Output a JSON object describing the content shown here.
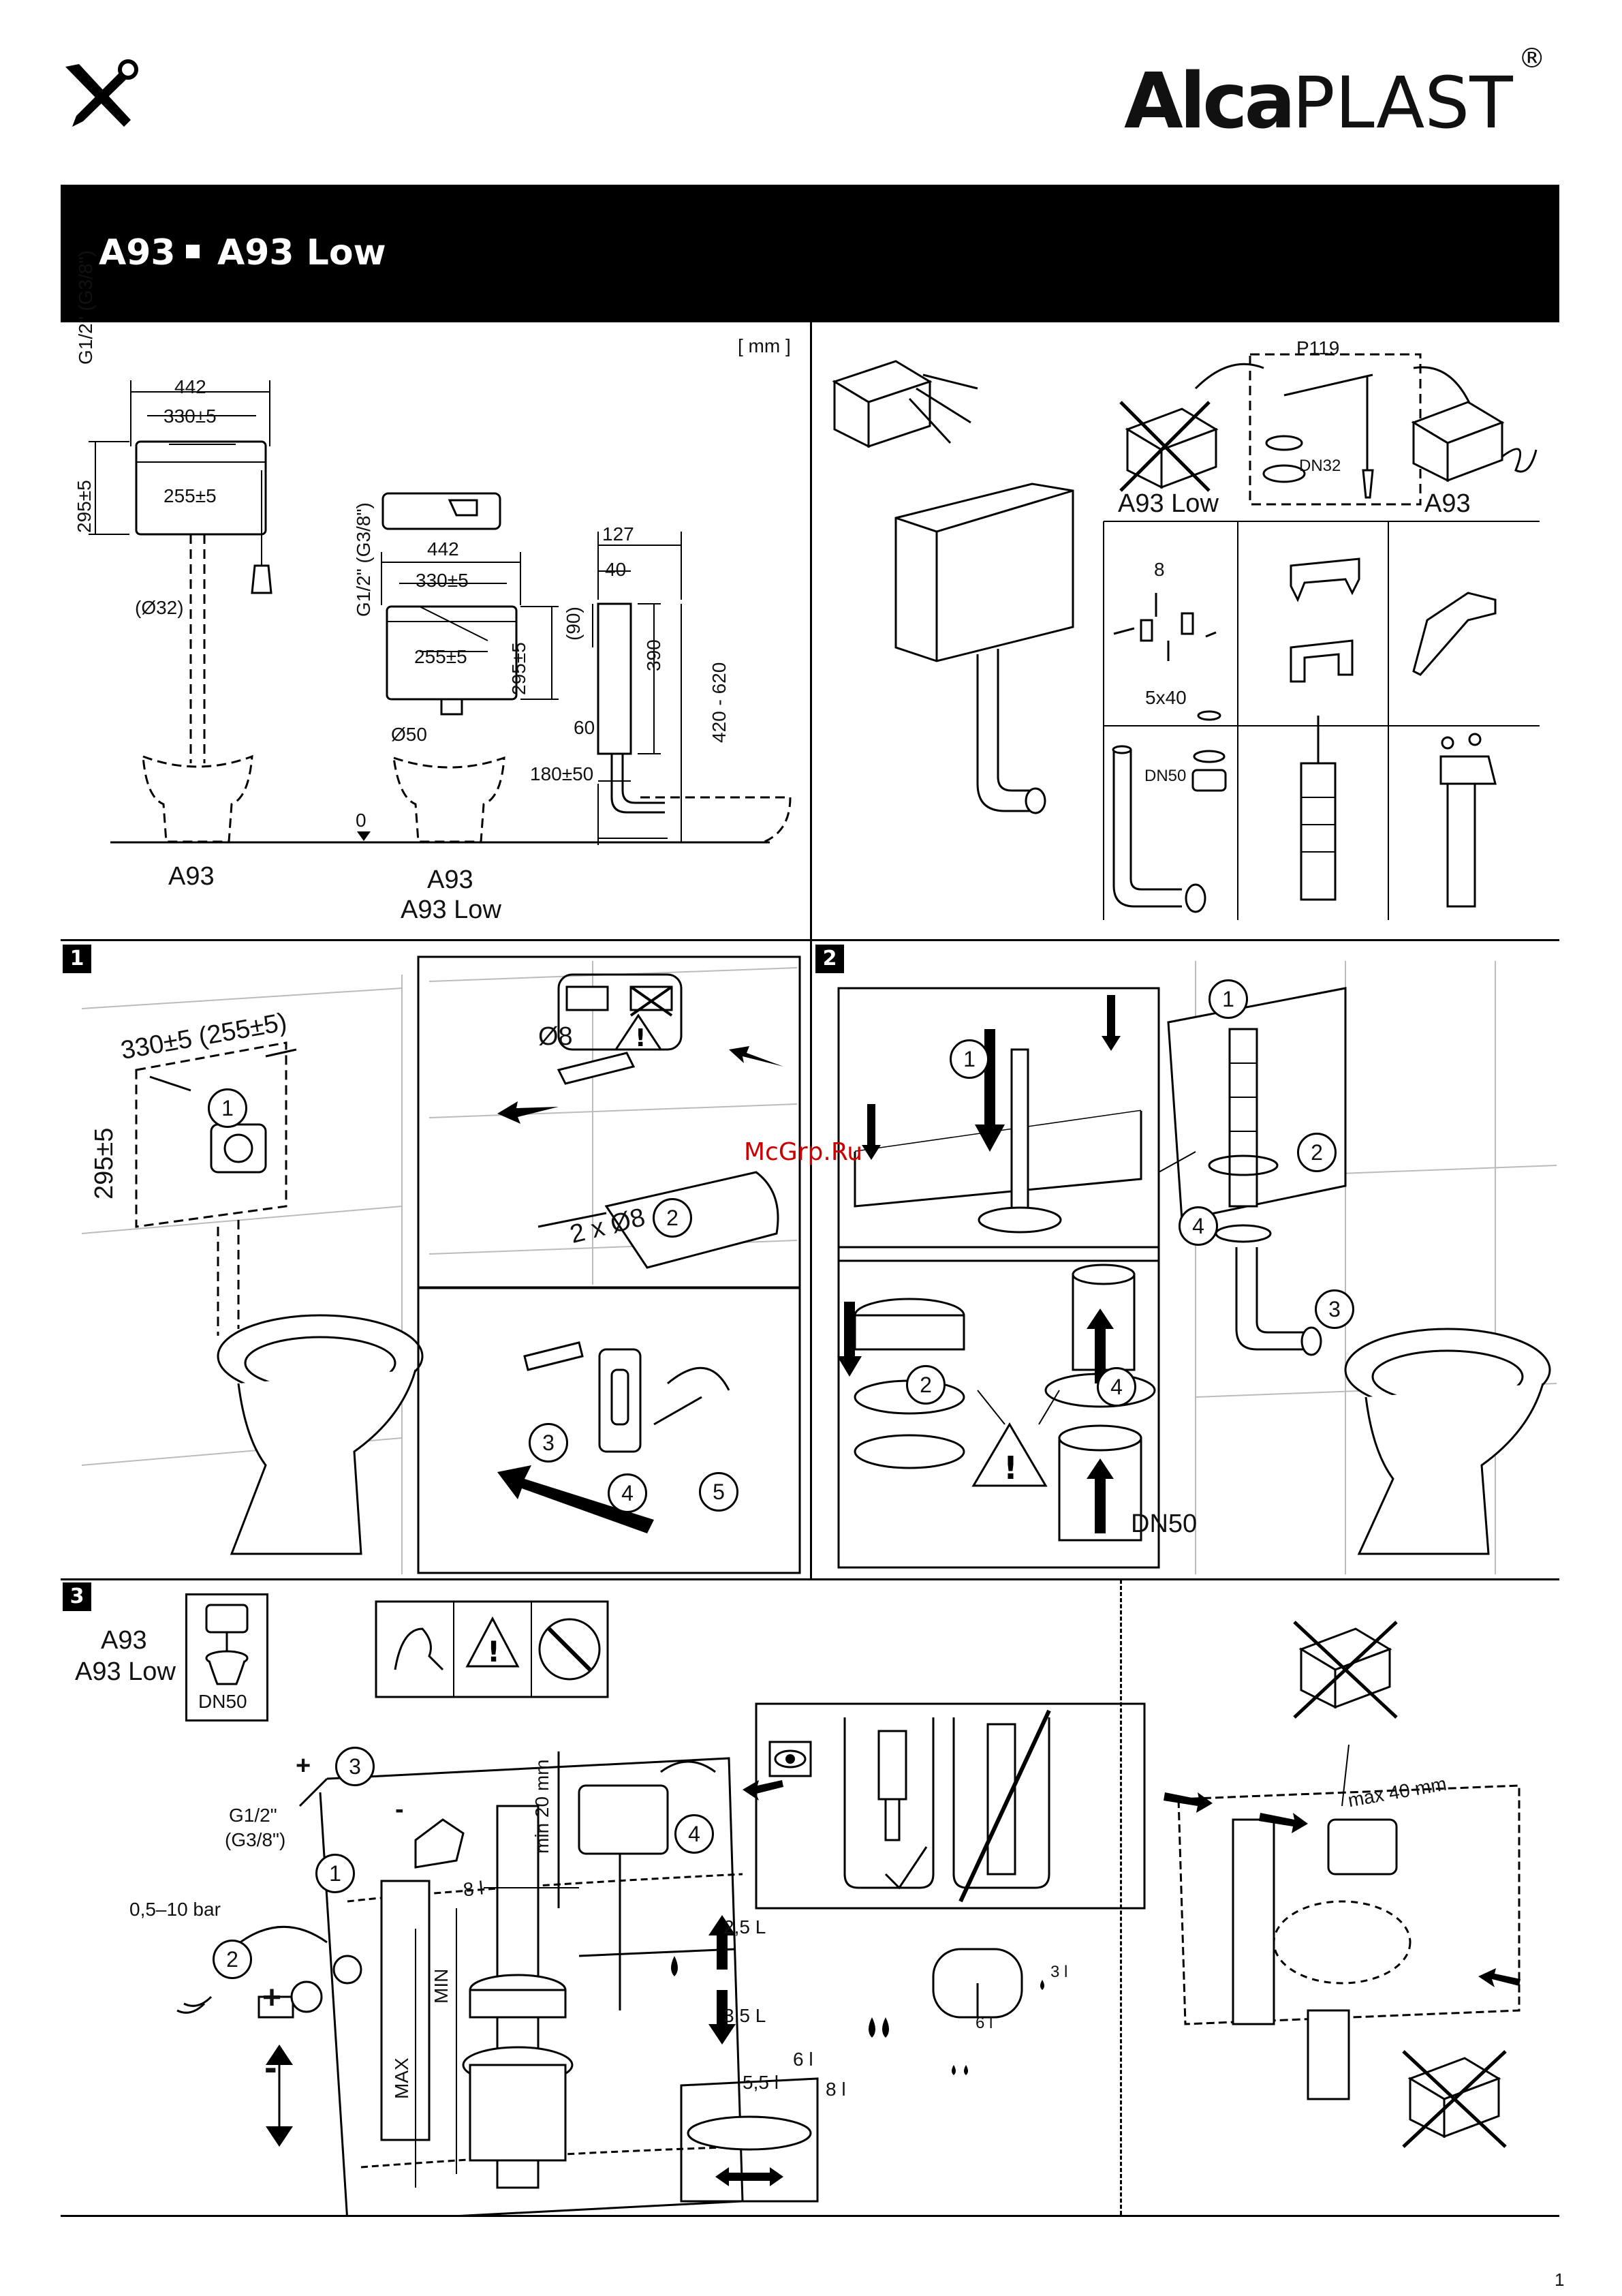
{
  "header": {
    "brand_bold": "Alca",
    "brand_rest": "PLAST",
    "brand_reg": "®",
    "model_1": "A93",
    "model_2": "A93 Low",
    "tools_icon": "tools-icon"
  },
  "dims": {
    "unit": "[ mm ]",
    "connection": "G1/2\" (G3/8\")",
    "width": "442",
    "holes": "330±5",
    "holes_low": "255±5",
    "height": "295±5",
    "pipe_32": "(Ø32)",
    "pipe_50": "Ø50",
    "d127": "127",
    "d40": "40",
    "d90": "(90)",
    "d390": "390",
    "d420_620": "420 - 620",
    "d60": "60",
    "d180": "180±50",
    "zero": "0",
    "label_a93": "A93",
    "label_a93_2": "A93",
    "label_a93low": "A93 Low"
  },
  "contents": {
    "p119": "P119",
    "dn32": "DN32",
    "a93low": "A93 Low",
    "a93": "A93",
    "screw8": "8",
    "screw5x40": "5x40",
    "dn50": "DN50"
  },
  "step1": {
    "num": "1",
    "holes": "330±5 (255±5)",
    "height": "295±5",
    "drill_d": "Ø8",
    "drill": "2 x Ø8",
    "c1": "1",
    "c2": "2",
    "c3": "3",
    "c4": "4",
    "c5": "5"
  },
  "step2": {
    "num": "2",
    "dn50": "DN50",
    "c1": "1",
    "c2": "2",
    "c3": "3",
    "c4": "4"
  },
  "step3": {
    "num": "3",
    "a93": "A93",
    "a93low": "A93 Low",
    "dn50": "DN50",
    "conn": "G1/2\"",
    "conn2": "(G3/8\")",
    "pressure": "0,5–10 bar",
    "min20": "min 20 mm",
    "v25": "2,5 L",
    "v35": "3,5 L",
    "min": "MIN",
    "max": "MAX",
    "l8": "8 l",
    "l6": "6 l",
    "l55": "5,5 l",
    "l8b": "8 l",
    "small3": "3 l",
    "big6": "6 l",
    "max40": "max 40 mm",
    "plus": "+",
    "minus": "-",
    "c1": "1",
    "c2": "2",
    "c3": "3",
    "c4": "4"
  },
  "watermark": "McGrp.Ru",
  "page_number": "1"
}
